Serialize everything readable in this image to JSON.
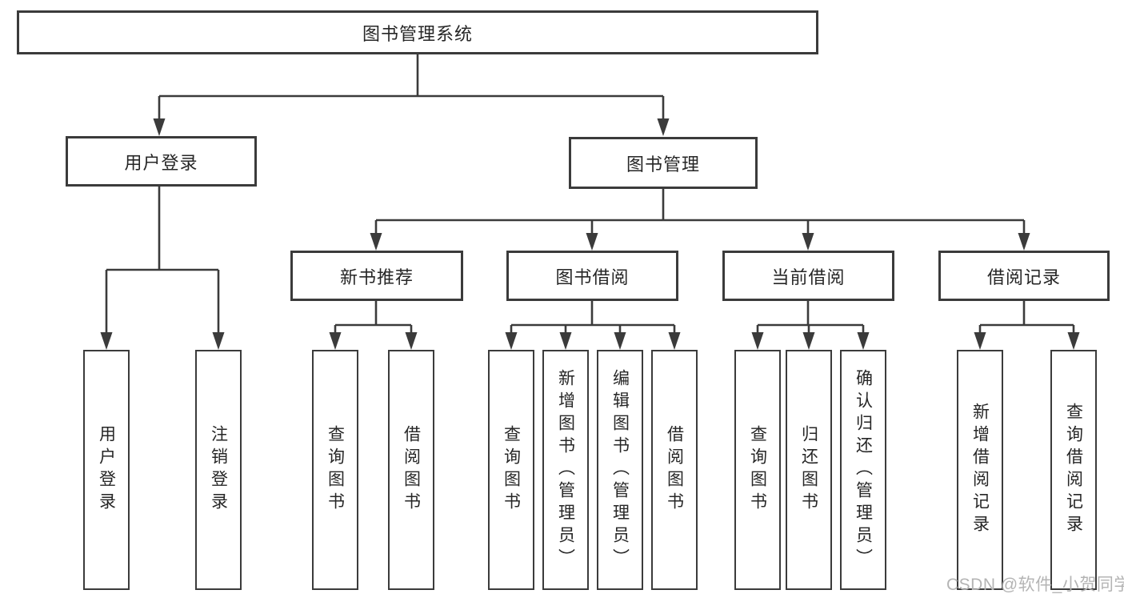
{
  "diagram": {
    "root": {
      "label": "图书管理系统"
    },
    "level2": [
      {
        "label": "用户登录"
      },
      {
        "label": "图书管理"
      }
    ],
    "level3": [
      {
        "label": "新书推荐"
      },
      {
        "label": "图书借阅"
      },
      {
        "label": "当前借阅"
      },
      {
        "label": "借阅记录"
      }
    ],
    "leaves": [
      {
        "label": "用户登录"
      },
      {
        "label": "注销登录"
      },
      {
        "label": "查询图书"
      },
      {
        "label": "借阅图书"
      },
      {
        "label": "查询图书"
      },
      {
        "label": "新增图书（管理员）"
      },
      {
        "label": "编辑图书（管理员）"
      },
      {
        "label": "借阅图书"
      },
      {
        "label": "查询图书"
      },
      {
        "label": "归还图书"
      },
      {
        "label": "确认归还（管理员）"
      },
      {
        "label": "新增借阅记录"
      },
      {
        "label": "查询借阅记录"
      }
    ],
    "colors": {
      "line": "#3b3b3b",
      "text": "#262626",
      "watermark": "#b4b4b4",
      "bg": "#ffffff"
    }
  },
  "watermark": {
    "text": "CSDN @软件_小贺同学"
  }
}
